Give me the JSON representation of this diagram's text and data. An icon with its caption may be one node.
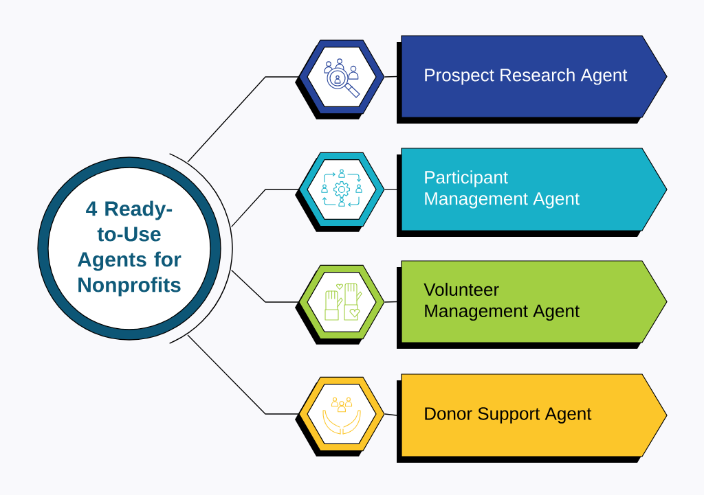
{
  "diagram": {
    "nodes": [
      {
        "text": [
          "4 Ready-to-Use Agents for Nonprofits"
        ]
      },
      {
        "text": [],
        "shape": "hexagon"
      },
      {
        "text": [
          "Prospect Research Agent"
        ]
      },
      {
        "text": [],
        "shape": "hexagon"
      },
      {
        "text": [
          "Participant Management Agent"
        ]
      },
      {
        "text": [],
        "shape": "hexagon"
      },
      {
        "text": [
          "Volunteer Management Agent"
        ]
      },
      {
        "text": [],
        "shape": "hexagon"
      },
      {
        "text": [
          "Donor Support Agent"
        ]
      }
    ],
    "edges": [
      {
        "from": 0,
        "to": 1,
        "arrow": "none"
      },
      {
        "from": 1,
        "to": 2,
        "arrow": "none"
      },
      {
        "from": 0,
        "to": 3,
        "arrow": "none"
      },
      {
        "from": 3,
        "to": 4,
        "arrow": "none"
      },
      {
        "from": 0,
        "to": 5,
        "arrow": "none"
      },
      {
        "from": 5,
        "to": 6,
        "arrow": "none"
      },
      {
        "from": 0,
        "to": 7,
        "arrow": "none"
      },
      {
        "from": 7,
        "to": 8,
        "arrow": "none"
      }
    ]
  }
}
